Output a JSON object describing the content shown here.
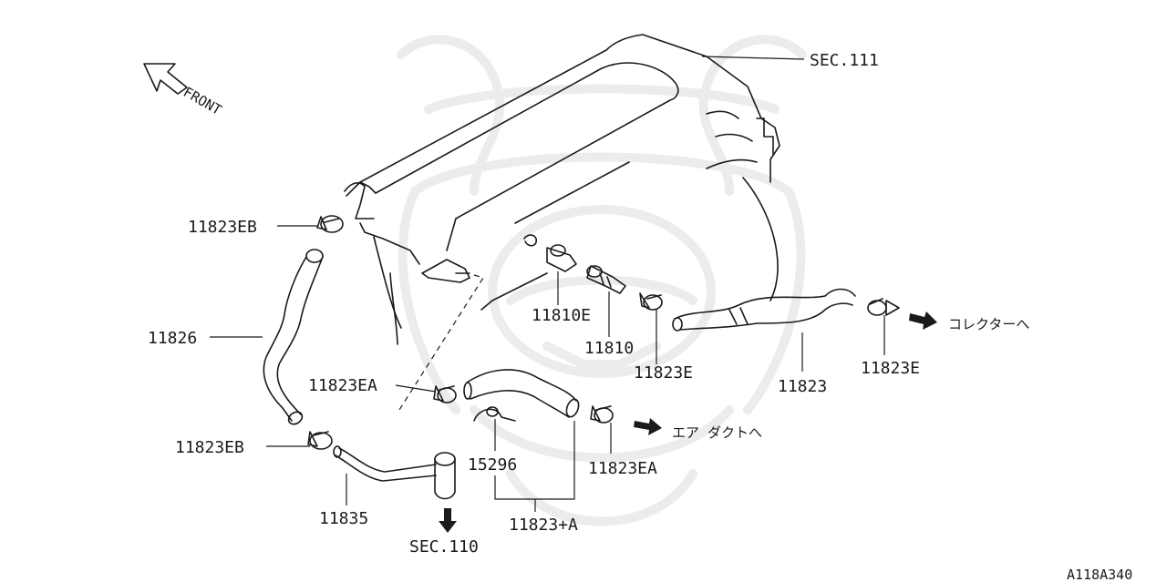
{
  "labels": {
    "front": "FRONT",
    "sec111": "SEC.111",
    "p11823EB_top": "11823EB",
    "p11826": "11826",
    "p11810E": "11810E",
    "p11810": "11810",
    "p11823E_mid": "11823E",
    "p11823": "11823",
    "p11823E_right": "11823E",
    "collector": "コレクターへ",
    "p11823EA_left": "11823EA",
    "p11823EB_bottom": "11823EB",
    "p15296": "15296",
    "p11823EA_right": "11823EA",
    "air_duct": "エア ダクトへ",
    "p11835": "11835",
    "p11823A": "11823+A",
    "sec110": "SEC.110",
    "diagram_id": "A118A340"
  }
}
